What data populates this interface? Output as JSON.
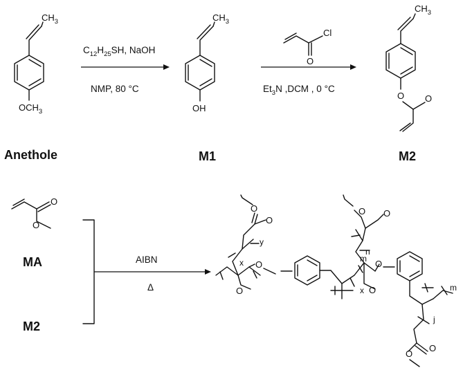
{
  "labels": {
    "anethole": "Anethole",
    "m1": "M1",
    "m2": "M2",
    "ma": "MA",
    "m2_monomer": "M2"
  },
  "step1": {
    "reagent_prefix": "C",
    "reagent_sub1": "12",
    "reagent_mid": "H",
    "reagent_sub2": "25",
    "reagent_suffix": "SH, NaOH",
    "conditions": "NMP, 80 °C"
  },
  "step2": {
    "reagent_atom": "Cl",
    "reagent_oxygen": "O",
    "base_prefix": "Et",
    "base_sub": "3",
    "base_suffix": "N ,DCM , 0 °C"
  },
  "step3": {
    "initiator": "AIBN",
    "heat": "Δ"
  },
  "atoms": {
    "ch3_main": "CH",
    "ch3_sub": "3",
    "och3_o": "OCH",
    "och3_sub": "3",
    "oh": "OH",
    "o": "O"
  },
  "polymer_indices": {
    "x1": "x",
    "y": "y",
    "n": "n",
    "m1": "m",
    "x2": "x",
    "m2": "m",
    "j": "j"
  }
}
